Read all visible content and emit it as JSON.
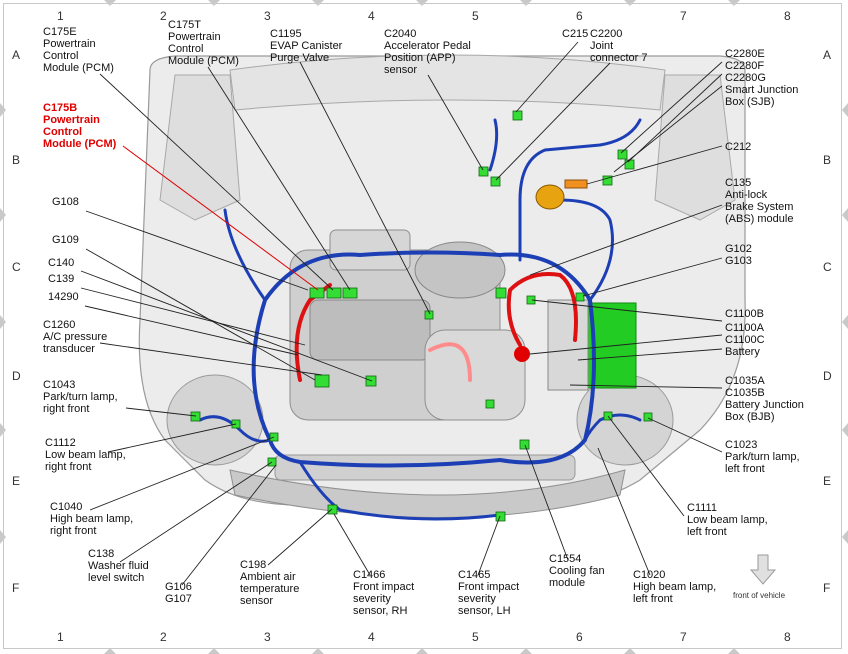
{
  "grid": {
    "columns": [
      "1",
      "2",
      "3",
      "4",
      "5",
      "6",
      "7",
      "8"
    ],
    "rows": [
      "A",
      "B",
      "C",
      "D",
      "E",
      "F"
    ]
  },
  "front_note": "front of vehicle",
  "callouts": [
    {
      "id": "c175e",
      "lines": [
        "C175E",
        "Powertrain",
        "Control",
        "Module (PCM)"
      ]
    },
    {
      "id": "c175t",
      "lines": [
        "C175T",
        "Powertrain",
        "Control",
        "Module (PCM)"
      ]
    },
    {
      "id": "c1195",
      "lines": [
        "C1195",
        "EVAP Canister",
        "Purge Valve"
      ]
    },
    {
      "id": "c2040",
      "lines": [
        "C2040",
        "Accelerator Pedal",
        "Position (APP)",
        "sensor"
      ]
    },
    {
      "id": "c215",
      "lines": [
        "C215"
      ]
    },
    {
      "id": "c2200",
      "lines": [
        "C2200",
        "Joint",
        "connector 7"
      ]
    },
    {
      "id": "c2280",
      "lines": [
        "C2280E",
        "C2280F",
        "C2280G",
        "Smart Junction",
        "Box (SJB)"
      ]
    },
    {
      "id": "c175b",
      "lines": [
        "C175B",
        "Powertrain",
        "Control",
        "Module (PCM)"
      ],
      "highlight": true
    },
    {
      "id": "c212",
      "lines": [
        "C212"
      ]
    },
    {
      "id": "c135",
      "lines": [
        "C135",
        "Anti-lock",
        "Brake System",
        "(ABS) module"
      ]
    },
    {
      "id": "g108",
      "lines": [
        "G108"
      ]
    },
    {
      "id": "g109",
      "lines": [
        "G109"
      ]
    },
    {
      "id": "c140",
      "lines": [
        "C140"
      ]
    },
    {
      "id": "c139",
      "lines": [
        "C139"
      ]
    },
    {
      "id": "n14290",
      "lines": [
        "14290"
      ]
    },
    {
      "id": "g102",
      "lines": [
        "G102",
        "G103"
      ]
    },
    {
      "id": "c1260",
      "lines": [
        "C1260",
        "A/C pressure",
        "transducer"
      ]
    },
    {
      "id": "c1100b",
      "lines": [
        "C1100B"
      ]
    },
    {
      "id": "c1100a",
      "lines": [
        "C1100A",
        "C1100C",
        "Battery"
      ]
    },
    {
      "id": "c1043",
      "lines": [
        "C1043",
        "Park/turn lamp,",
        "right front"
      ]
    },
    {
      "id": "c1035",
      "lines": [
        "C1035A",
        "C1035B",
        "Battery Junction",
        "Box (BJB)"
      ]
    },
    {
      "id": "c1112",
      "lines": [
        "C1112",
        "Low beam lamp,",
        "right front"
      ]
    },
    {
      "id": "c1023",
      "lines": [
        "C1023",
        "Park/turn lamp,",
        "left front"
      ]
    },
    {
      "id": "c1040",
      "lines": [
        "C1040",
        "High beam lamp,",
        "right front"
      ]
    },
    {
      "id": "c1111",
      "lines": [
        "C1111",
        "Low beam lamp,",
        "left front"
      ]
    },
    {
      "id": "c138",
      "lines": [
        "C138",
        "Washer fluid",
        "level switch"
      ]
    },
    {
      "id": "g106",
      "lines": [
        "G106",
        "G107"
      ]
    },
    {
      "id": "c198",
      "lines": [
        "C198",
        "Ambient air",
        "temperature",
        "sensor"
      ]
    },
    {
      "id": "c1466",
      "lines": [
        "C1466",
        "Front impact",
        "severity",
        "sensor, RH"
      ]
    },
    {
      "id": "c1465",
      "lines": [
        "C1465",
        "Front impact",
        "severity",
        "sensor, LH"
      ]
    },
    {
      "id": "c1554",
      "lines": [
        "C1554",
        "Cooling fan",
        "module"
      ]
    },
    {
      "id": "c1020",
      "lines": [
        "C1020",
        "High beam lamp,",
        "left front"
      ]
    }
  ]
}
